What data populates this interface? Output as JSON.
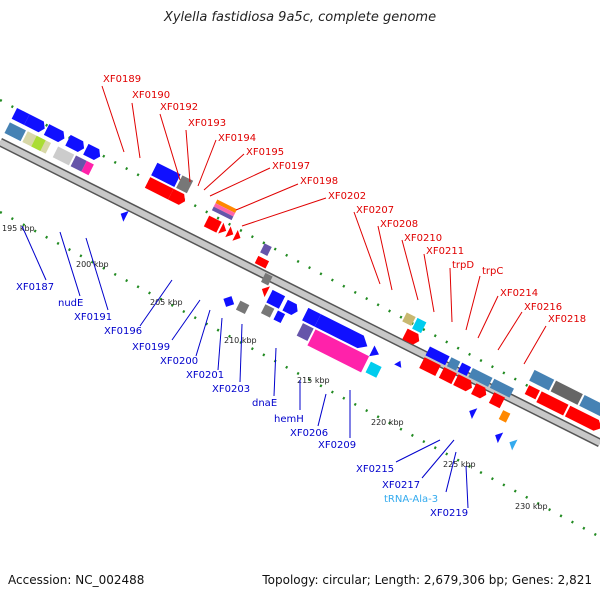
{
  "title": "Xylella fastidiosa 9a5c, complete genome",
  "footer": {
    "accession": "Accession: NC_002488",
    "summary": "Topology: circular; Length: 2,679,306 bp; Genes: 2,821"
  },
  "ticks": [
    "195 kbp",
    "200 kbp",
    "205 kbp",
    "210 kbp",
    "215 kbp",
    "220 kbp",
    "225 kbp",
    "230 kbp"
  ],
  "colors": {
    "forward_label": "#e00000",
    "reverse_label": "#0000cc",
    "rna_label": "#33aaee",
    "backbone": "#999999",
    "green_ticks": "#228b22"
  },
  "labels_top": [
    "XF0189",
    "XF0190",
    "XF0192",
    "XF0193",
    "XF0194",
    "XF0195",
    "XF0197",
    "XF0198",
    "XF0202",
    "XF0207",
    "XF0208",
    "XF0210",
    "XF0211",
    "trpD",
    "trpC",
    "XF0214",
    "XF0216",
    "XF0218"
  ],
  "labels_bottom": [
    "XF0187",
    "nudE",
    "XF0191",
    "XF0196",
    "XF0199",
    "XF0200",
    "XF0201",
    "XF0203",
    "dnaE",
    "hemH",
    "XF0206",
    "XF0209",
    "XF0215",
    "XF0217",
    "tRNA-Ala-3",
    "XF0219"
  ]
}
